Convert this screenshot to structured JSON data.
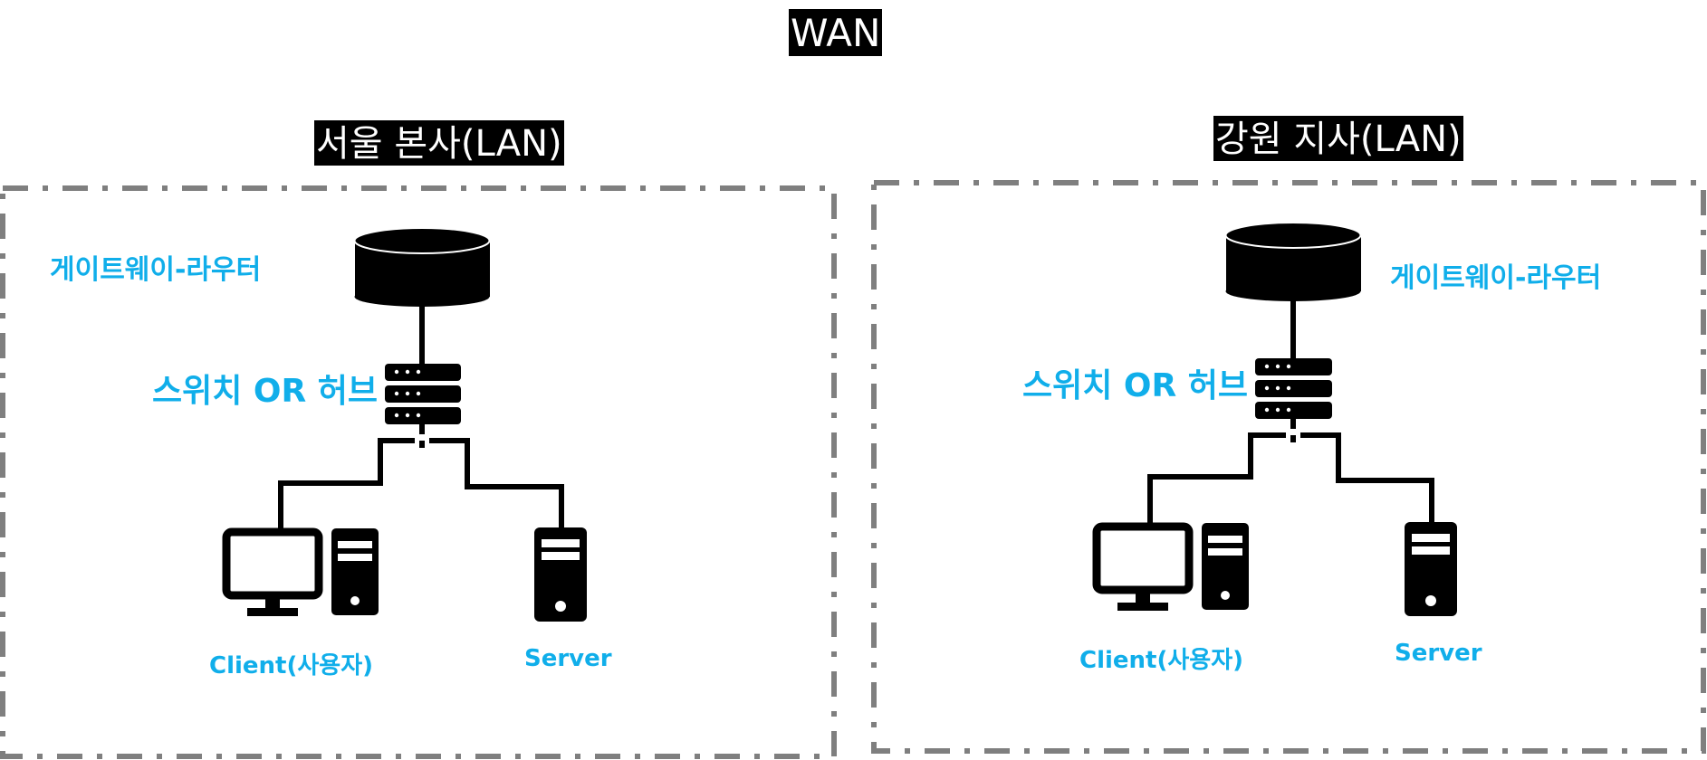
{
  "wan": {
    "label": "WAN"
  },
  "regions": [
    {
      "id": "seoul",
      "title": "서울 본사(LAN)",
      "gateway_label": "게이트웨이-라우터",
      "switch_label": "스위치 OR 허브",
      "client_label": "Client(사용자)",
      "server_label": "Server"
    },
    {
      "id": "gangwon",
      "title": "강원 지사(LAN)",
      "gateway_label": "게이트웨이-라우터",
      "switch_label": "스위치 OR 허브",
      "client_label": "Client(사용자)",
      "server_label": "Server"
    }
  ],
  "colors": {
    "accent_text": "#10aeea",
    "border_dash": "#7f7f7f",
    "icon": "#000000"
  },
  "icons": [
    "router-cylinder-icon",
    "switch-stack-icon",
    "desktop-computer-icon",
    "server-tower-icon"
  ]
}
